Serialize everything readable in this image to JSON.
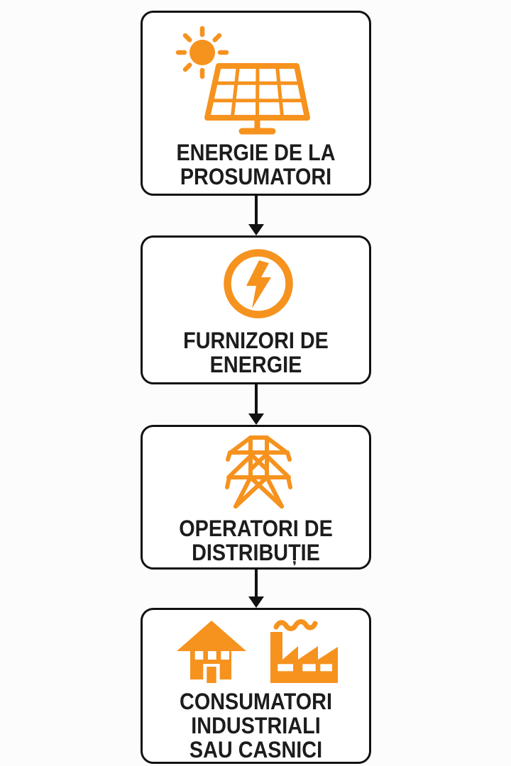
{
  "palette": {
    "accent": "#F6921E",
    "text": "#1C1C1C",
    "line": "#111111",
    "node_bg": "#FFFFFF",
    "page_bg": "#FCFCFC"
  },
  "diagram": {
    "type": "vertical-flowchart",
    "nodes": [
      {
        "id": "prosumatori",
        "icon": "sun-and-solar-panel",
        "lines": [
          "ENERGIE DE LA",
          "PROSUMATORI"
        ]
      },
      {
        "id": "furnizori",
        "icon": "lightning-bolt-in-circle",
        "lines": [
          "FURNIZORI DE",
          "ENERGIE"
        ]
      },
      {
        "id": "operatori",
        "icon": "transmission-tower",
        "lines": [
          "OPERATORI DE",
          "DISTRIBUȚIE"
        ]
      },
      {
        "id": "consumatori",
        "icon": "house-and-factory",
        "lines": [
          "CONSUMATORI",
          "INDUSTRIALI",
          "SAU CASNICI"
        ]
      }
    ],
    "connectors": [
      {
        "from": "prosumatori",
        "to": "furnizori",
        "type": "arrow-down"
      },
      {
        "from": "furnizori",
        "to": "operatori",
        "type": "arrow-down"
      },
      {
        "from": "operatori",
        "to": "consumatori",
        "type": "arrow-down"
      }
    ]
  }
}
